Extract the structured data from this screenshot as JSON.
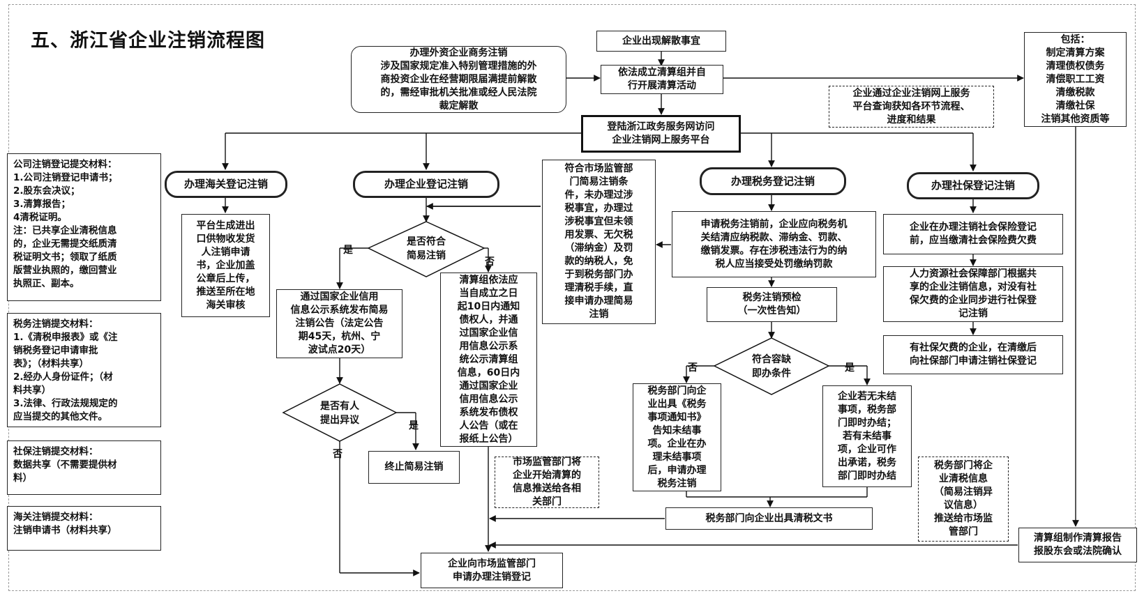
{
  "title": "五、浙江省企业注销流程图",
  "nodes": {
    "dissolution": "企业出现解散事宜",
    "liquidation_team": [
      "依法成立清算组并自",
      "行开展清算活动"
    ],
    "foreign": [
      "办理外资企业商务注销",
      "涉及国家规定准入特别管理措施的外",
      "商投资企业在经营期限届满提前解散",
      "的，需经审批机关批准或经人民法院",
      "裁定解散"
    ],
    "includes": [
      "包括：",
      "制定清算方案",
      "清理债权债务",
      "清偿职工工资",
      "清缴税款",
      "清缴社保",
      "注销其他资质等"
    ],
    "online_info": [
      "企业通过企业注销网上服务",
      "平台查询获知各环节流程、",
      "进度和结果"
    ],
    "platform": [
      "登陆浙江政务服务网访问",
      "企业注销网上服务平台"
    ],
    "customs": "办理海关登记注销",
    "enterprise_reg": "办理企业登记注销",
    "tax": "办理税务登记注销",
    "social": "办理社保登记注销",
    "customs_detail": [
      "平台生成进出",
      "口供物收发货",
      "人注销申请",
      "书，企业加盖",
      "公章后上传，",
      "推送至所在地",
      "海关审核"
    ],
    "simple_eligible": [
      "符合市场监管部",
      "门简易注销条",
      "件，未办理过涉",
      "税事宜，办理过",
      "涉税事宜但未领",
      "用发票、无欠税",
      "（滞纳金）及罚",
      "款的纳税人，免",
      "于到税务部门办",
      "理清税手续，直",
      "接申请办理简易",
      "注销"
    ],
    "tax_before": [
      "申请税务注销前，企业应向税务机",
      "关结清应纳税款、滞纳金、罚款、",
      "缴销发票。存在涉税违法行为的纳",
      "税人应当接受处罚缴纳罚款"
    ],
    "tax_precheck": [
      "税务注销预检",
      "（一次性告知）"
    ],
    "social_before": [
      "企业在办理注销社会保险登记",
      "前，应当缴清社会保险费欠费"
    ],
    "social_hr": [
      "人力资源社会保障部门根据共",
      "享的企业注销信息，对没有社",
      "保欠费的企业同步进行社保登",
      "记注销"
    ],
    "social_arrears": [
      "有社保欠费的企业，在清缴后",
      "向社保部门申请注销社保登记"
    ],
    "simple_announce": [
      "通过国家企业信用",
      "信息公示系统发布简易",
      "注销公告（法定公告",
      "期45天，杭州、宁",
      "波试点20天）"
    ],
    "creditor_notice": [
      "清算组依法应",
      "当自成立之日",
      "起10日内通知",
      "债权人，并通",
      "过国家企业信",
      "用信息公示系",
      "统公示清算组",
      "信息，60日内",
      "通过国家企业",
      "信用信息公示",
      "系统发布债权",
      "人公告（或在",
      "报纸上公告）"
    ],
    "terminate": "终止简易注销",
    "market_push": [
      "市场监管部门将",
      "企业开始清算的",
      "信息推送给各相",
      "关部门"
    ],
    "tax_notice": [
      "税务部门向企",
      "业出具《税务",
      "事项通知书》",
      "告知未结事",
      "项。企业在办",
      "理未结事项",
      "后，申请办理",
      "税务注销"
    ],
    "tax_immediate": [
      "企业若无未结",
      "事项，税务部",
      "门即时办结；",
      "若有未结事",
      "项，企业可作",
      "出承诺，税务",
      "部门即时办结"
    ],
    "tax_push": [
      "税务部门将企",
      "业清税信息",
      "（简易注销异",
      "议信息）",
      "推送给市场监",
      "管部门"
    ],
    "tax_clearance": "税务部门向企业出具清税文书",
    "final_apply": [
      "企业向市场监管部门",
      "申请办理注销登记"
    ],
    "liquidation_report": [
      "清算组制作清算报告",
      "报股东会或法院确认"
    ]
  },
  "decisions": {
    "simple": [
      "是否符合",
      "简易注销"
    ],
    "objection": [
      "是否有人",
      "提出异议"
    ],
    "tolerance": [
      "符合容缺",
      "即办条件"
    ]
  },
  "labels": {
    "yes": "是",
    "no": "否"
  },
  "materials": {
    "company": [
      "公司注销登记提交材料：",
      "1.公司注销登记申请书；",
      "2.股东会决议；",
      "3.清算报告；",
      "4清税证明。",
      "注：已共享企业清税信息",
      "的，企业无需提交纸质清",
      "税证明文书；领取了纸质",
      "版营业执照的，缴回营业",
      "执照正、副本。"
    ],
    "tax": [
      "税务注销提交材料：",
      "1.《清税申报表》或《注",
      "销税务登记申请审批",
      "表》；（材料共享）",
      "2.经办人身份证件；（材",
      "料共享）",
      "3.法律、行政法规规定的",
      "应当提交的其他文件。"
    ],
    "social": [
      "社保注销提交材料：",
      "数据共享（不需要提供材",
      "料）"
    ],
    "customs": [
      "海关注销提交材料：",
      "注销申请书（材料共享）"
    ]
  }
}
